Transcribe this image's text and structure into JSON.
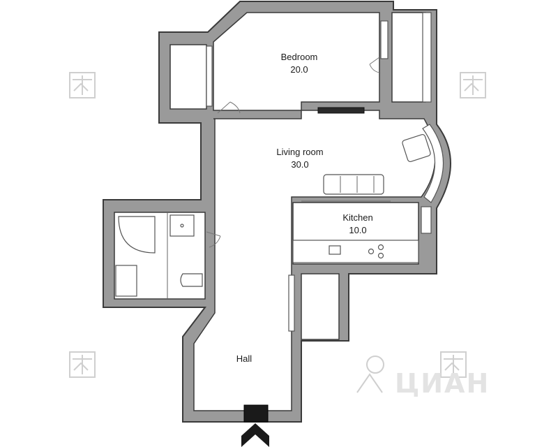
{
  "rooms": {
    "bedroom": {
      "name": "Bedroom",
      "area": "20.0"
    },
    "living_room": {
      "name": "Living room",
      "area": "30.0"
    },
    "kitchen": {
      "name": "Kitchen",
      "area": "10.0"
    },
    "hall": {
      "name": "Hall"
    }
  },
  "watermark": {
    "brand": "ЦИАН"
  },
  "colors": {
    "wall": "#9a9a9a",
    "outline": "#3a3a3a",
    "entrance": "#1a1a1a"
  }
}
